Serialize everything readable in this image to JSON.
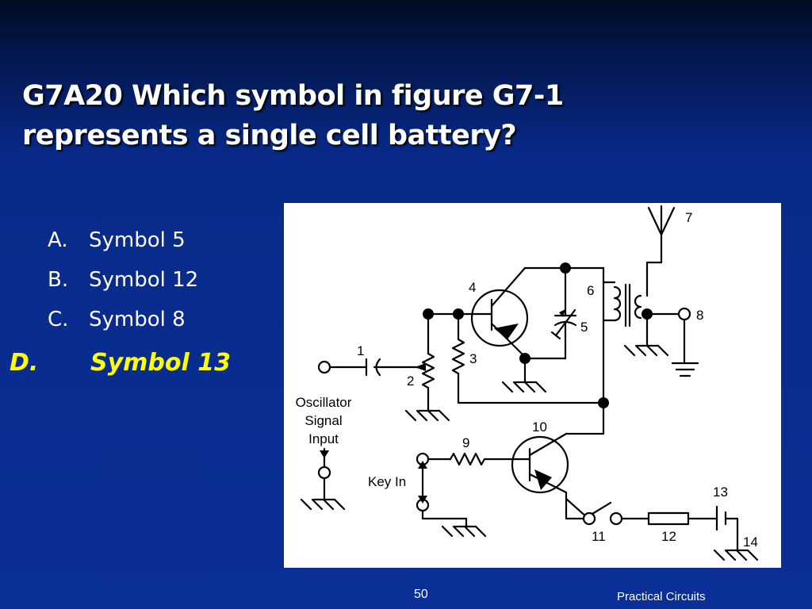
{
  "slide": {
    "title_lines": [
      "G7A20 Which symbol in figure G7-1",
      "represents a single cell battery?"
    ],
    "answers": [
      {
        "letter": "A.",
        "text": "Symbol 5"
      },
      {
        "letter": "B.",
        "text": "Symbol 12"
      },
      {
        "letter": "C.",
        "text": "Symbol 8"
      },
      {
        "letter": "D.",
        "text": "Symbol 13"
      }
    ],
    "correct_color": "#ffff00",
    "footer": {
      "page": "50",
      "section": "Practical Circuits"
    }
  },
  "figure": {
    "numbers": [
      "1",
      "2",
      "3",
      "4",
      "5",
      "6",
      "7",
      "8",
      "9",
      "10",
      "11",
      "12",
      "13",
      "14"
    ],
    "labels": {
      "osc_line1": "Oscillator",
      "osc_line2": "Signal",
      "osc_line3": "Input",
      "key_in": "Key In"
    }
  }
}
